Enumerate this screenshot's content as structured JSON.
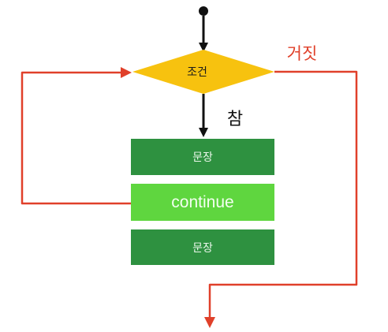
{
  "flowchart": {
    "condition_label": "조건",
    "true_label": "참",
    "false_label": "거짓",
    "statements": [
      {
        "label": "문장",
        "kind": "statement"
      },
      {
        "label": "continue",
        "kind": "continue"
      },
      {
        "label": "문장",
        "kind": "statement"
      }
    ]
  },
  "colors": {
    "condition_fill": "#f7c20f",
    "statement_fill": "#2e9140",
    "continue_fill": "#5fd63f",
    "loop_line": "#e0402a",
    "main_arrow": "#111111"
  }
}
